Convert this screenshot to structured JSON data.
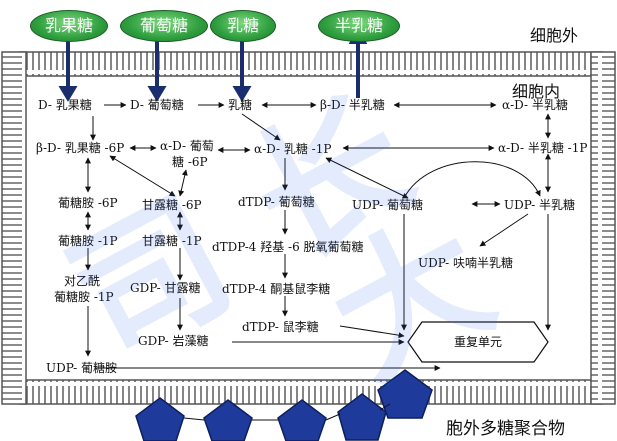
{
  "regions": {
    "outside": "细胞外",
    "inside": "细胞内",
    "eps": "胞外多糖聚合物"
  },
  "external_sugars": [
    "乳果糖",
    "葡萄糖",
    "乳糖",
    "半乳糖"
  ],
  "nodes": {
    "d_lactulose": "D- 乳果糖",
    "d_glucose": "D- 葡萄糖",
    "lactose": "乳糖",
    "b_galactose": "β-D- 半乳糖",
    "a_galactose": "α-D- 半乳糖",
    "b_lactulose_6p": "β-D- 乳果糖 -6P",
    "a_glucose_6p_1": "α-D- 葡萄",
    "a_glucose_6p_2": "糖 -6P",
    "a_lactose_1p": "α-D- 乳糖 -1P",
    "a_galactose_1p": "α-D- 半乳糖 -1P",
    "glucosamine_6p": "葡糖胺 -6P",
    "mannose_6p": "甘露糖 -6P",
    "dtdp_glucose": "dTDP- 葡萄糖",
    "udp_glucose": "UDP- 葡萄糖",
    "udp_galactose": "UDP- 半乳糖",
    "glucosamine_1p": "葡糖胺 -1P",
    "mannose_1p": "甘露糖 -1P",
    "dtdp_4keto": "dTDP-4 羟基 -6 脱氧葡萄糖",
    "udp_galactofuranose": "UDP- 呋喃半乳糖",
    "nacetyl_1": "对乙酰",
    "nacetyl_2": "葡糖胺 -1P",
    "gdp_mannose": "GDP- 甘露糖",
    "dtdp_4keto_rham": "dTDP-4 酮基鼠李糖",
    "dtdp_rhamnose": "dTDP- 鼠李糖",
    "gdp_fucose": "GDP- 岩藻糖",
    "repeat_unit": "重复单元",
    "udp_glcnac": "UDP- 葡糖胺"
  },
  "watermark": [
    "司",
    "长",
    "大"
  ],
  "colors": {
    "membrane": "#555555",
    "sugar_green": "#2e9e3e",
    "transporter": "#1a2e6e",
    "polymer": "#1e3a9b",
    "watermark": "#2563eb"
  }
}
